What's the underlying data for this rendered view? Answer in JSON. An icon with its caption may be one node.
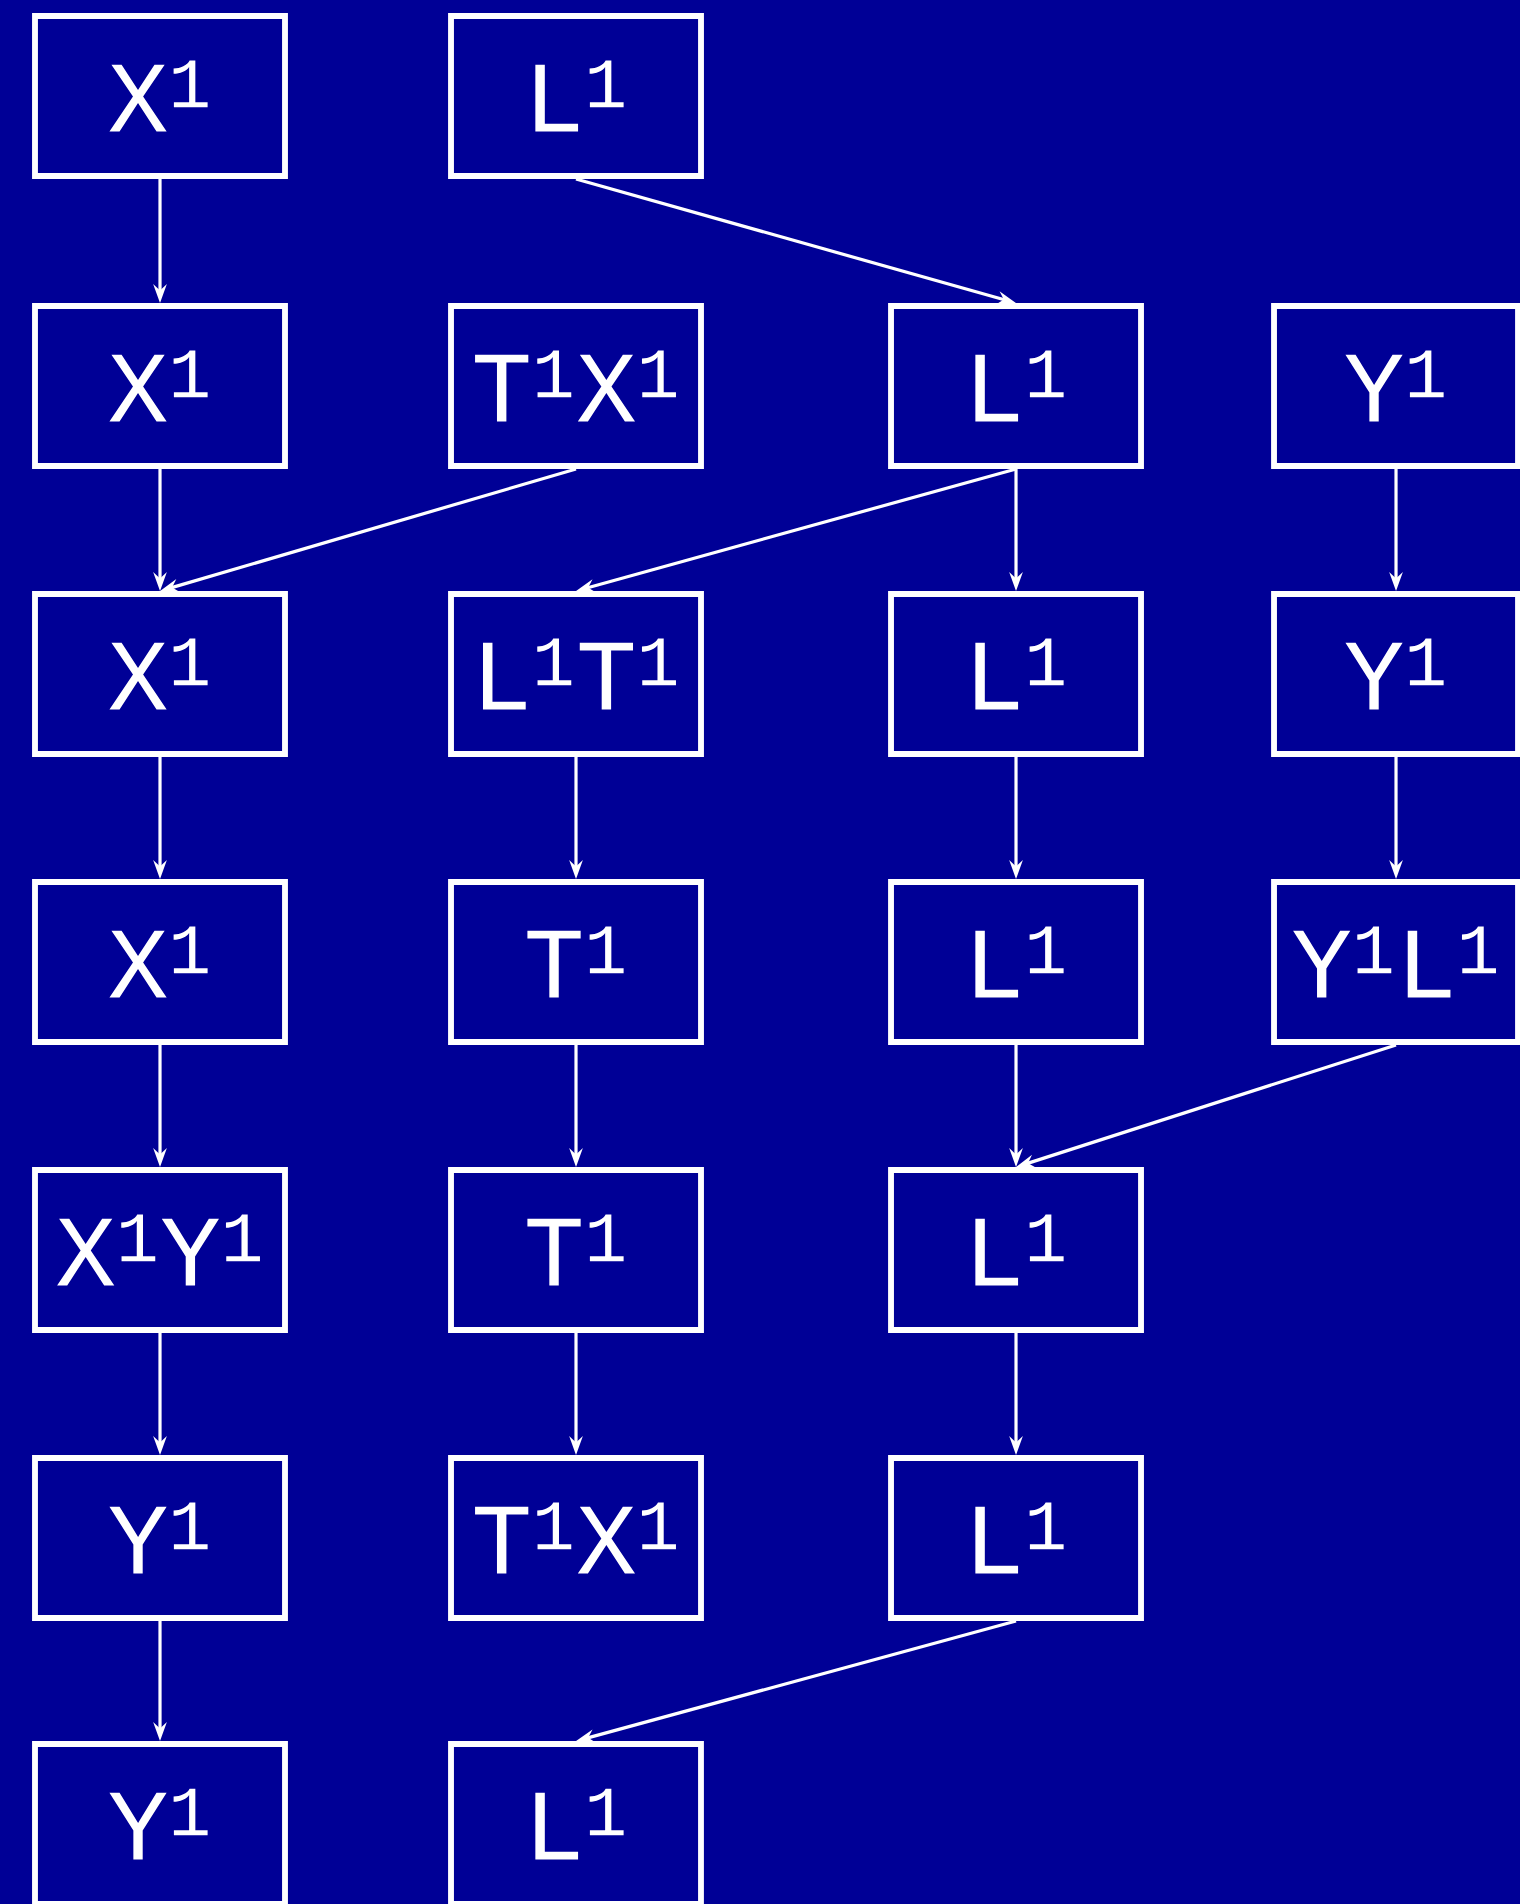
{
  "diagram": {
    "nodes": [
      {
        "text": [
          "X$^{1}$"
        ]
      },
      {
        "text": [
          "L$^{1}$"
        ]
      },
      {
        "text": [
          "X$^{1}$"
        ]
      },
      {
        "text": [
          "T$^{1}$X$^{1}$"
        ]
      },
      {
        "text": [
          "L$^{1}$"
        ]
      },
      {
        "text": [
          "Y$^{1}$"
        ]
      },
      {
        "text": [
          "X$^{1}$"
        ]
      },
      {
        "text": [
          "L$^{1}$T$^{1}$"
        ]
      },
      {
        "text": [
          "L$^{1}$"
        ]
      },
      {
        "text": [
          "Y$^{1}$"
        ]
      },
      {
        "text": [
          "X$^{1}$"
        ]
      },
      {
        "text": [
          "T$^{1}$"
        ]
      },
      {
        "text": [
          "L$^{1}$"
        ]
      },
      {
        "text": [
          "Y$^{1}$L$^{1}$"
        ]
      },
      {
        "text": [
          "X$^{1}$Y$^{1}$"
        ]
      },
      {
        "text": [
          "T$^{1}$"
        ]
      },
      {
        "text": [
          "L$^{1}$"
        ]
      },
      {
        "text": [
          "Y$^{1}$"
        ]
      },
      {
        "text": [
          "T$^{1}$X$^{1}$"
        ]
      },
      {
        "text": [
          "L$^{1}$"
        ]
      },
      {
        "text": [
          "Y$^{1}$"
        ]
      },
      {
        "text": [
          "L$^{1}$"
        ]
      }
    ],
    "edges": [
      {
        "from": 0,
        "to": 2,
        "arrow": "to"
      },
      {
        "from": 1,
        "to": 4,
        "arrow": "to"
      },
      {
        "from": 2,
        "to": 6,
        "arrow": "to"
      },
      {
        "from": 3,
        "to": 6,
        "arrow": "to"
      },
      {
        "from": 4,
        "to": 7,
        "arrow": "to"
      },
      {
        "from": 4,
        "to": 8,
        "arrow": "to"
      },
      {
        "from": 5,
        "to": 9,
        "arrow": "to"
      },
      {
        "from": 6,
        "to": 10,
        "arrow": "to"
      },
      {
        "from": 7,
        "to": 11,
        "arrow": "to"
      },
      {
        "from": 8,
        "to": 12,
        "arrow": "to"
      },
      {
        "from": 9,
        "to": 13,
        "arrow": "to"
      },
      {
        "from": 10,
        "to": 14,
        "arrow": "to"
      },
      {
        "from": 11,
        "to": 15,
        "arrow": "to"
      },
      {
        "from": 12,
        "to": 16,
        "arrow": "to"
      },
      {
        "from": 13,
        "to": 16,
        "arrow": "to"
      },
      {
        "from": 14,
        "to": 17,
        "arrow": "to"
      },
      {
        "from": 15,
        "to": 18,
        "arrow": "to"
      },
      {
        "from": 16,
        "to": 19,
        "arrow": "to"
      },
      {
        "from": 17,
        "to": 20,
        "arrow": "to"
      },
      {
        "from": 19,
        "to": 21,
        "arrow": "to"
      }
    ]
  }
}
